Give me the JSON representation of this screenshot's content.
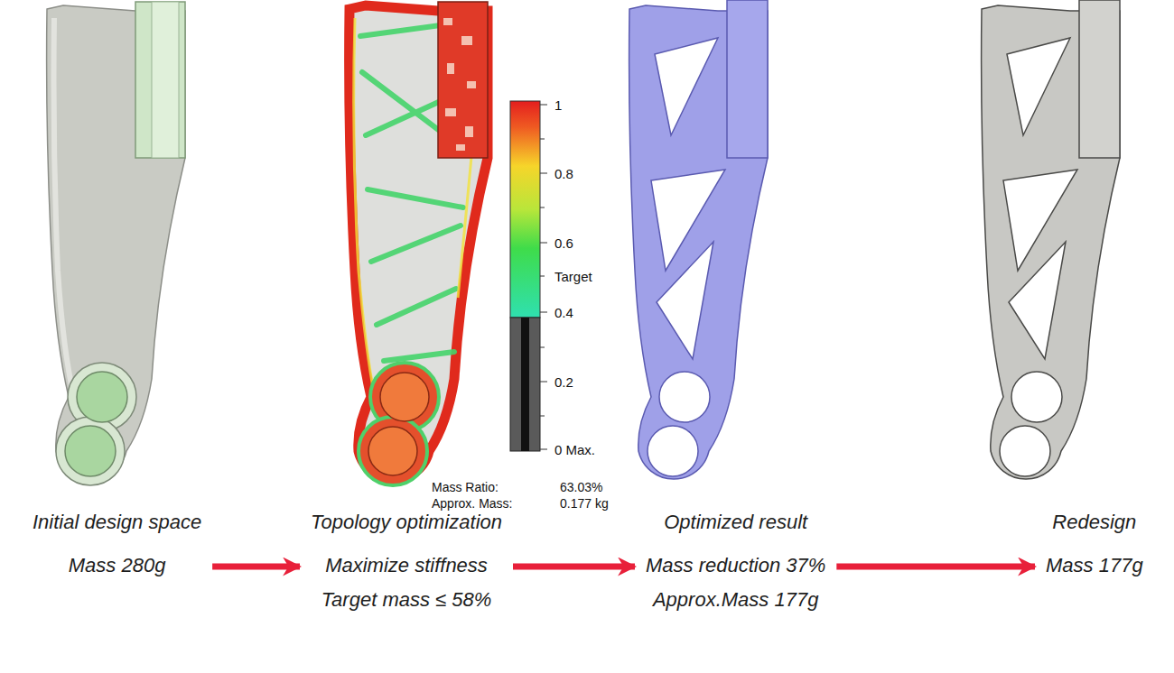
{
  "diagram": {
    "nodes": [
      {
        "text": [
          "Initial design space",
          "Mass 280g"
        ]
      },
      {
        "text": [
          "Topology optimization",
          "Maximize stiffness",
          "Target mass ≤ 58%"
        ]
      },
      {
        "text": [
          "Optimized result",
          "Mass reduction 37%",
          "Approx.Mass 177g"
        ]
      },
      {
        "text": [
          "Redesign",
          "Mass 177g"
        ]
      }
    ],
    "edges": [
      {
        "from": 0,
        "to": 1,
        "arrow": "to"
      },
      {
        "from": 1,
        "to": 2,
        "arrow": "to"
      },
      {
        "from": 2,
        "to": 3,
        "arrow": "to"
      }
    ],
    "labels": [
      "1",
      "0.8",
      "0.6",
      "Target",
      "0.4",
      "0.2",
      "0 Max.",
      "Mass Ratio:",
      "63.03%",
      "Approx. Mass:",
      "0.177 kg"
    ]
  }
}
